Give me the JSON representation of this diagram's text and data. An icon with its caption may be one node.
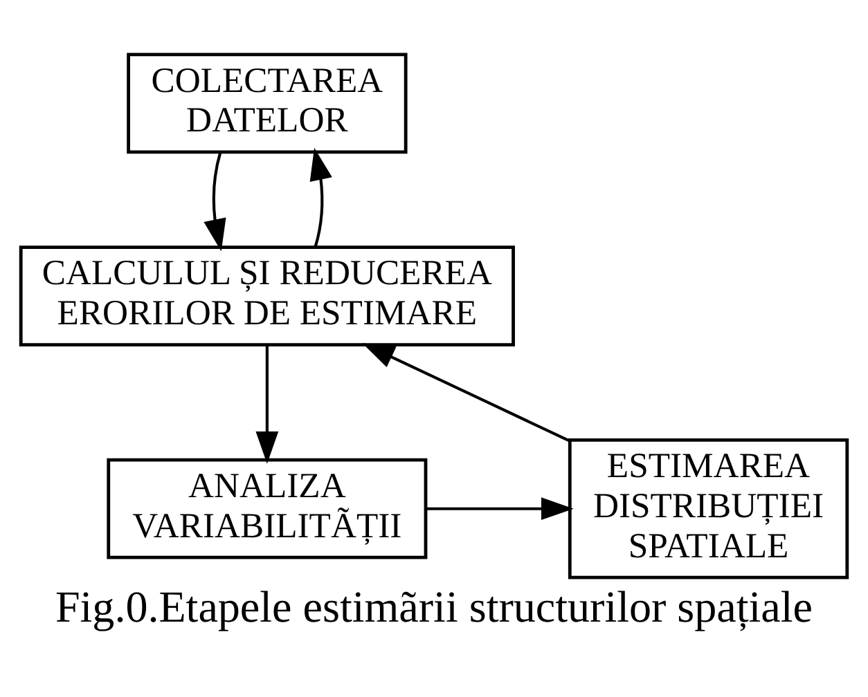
{
  "diagram": {
    "caption": "Fig.0.Etapele estimãrii structurilor spațiale",
    "nodes": [
      {
        "text": [
          "COLECTAREA DATELOR"
        ]
      },
      {
        "text": [
          "CALCULUL ȘI REDUCEREA ERORILOR DE ESTIMARE"
        ]
      },
      {
        "text": [
          "ANALIZA VARIABILITÃȚII"
        ]
      },
      {
        "text": [
          "ESTIMAREA DISTRIBUȚIEI SPATIALE"
        ]
      }
    ],
    "edges": [
      {
        "from": 0,
        "to": 1,
        "arrow": "to"
      },
      {
        "from": 1,
        "to": 0,
        "arrow": "to"
      },
      {
        "from": 1,
        "to": 2,
        "arrow": "to"
      },
      {
        "from": 2,
        "to": 3,
        "arrow": "to"
      },
      {
        "from": 3,
        "to": 1,
        "arrow": "to"
      }
    ]
  }
}
